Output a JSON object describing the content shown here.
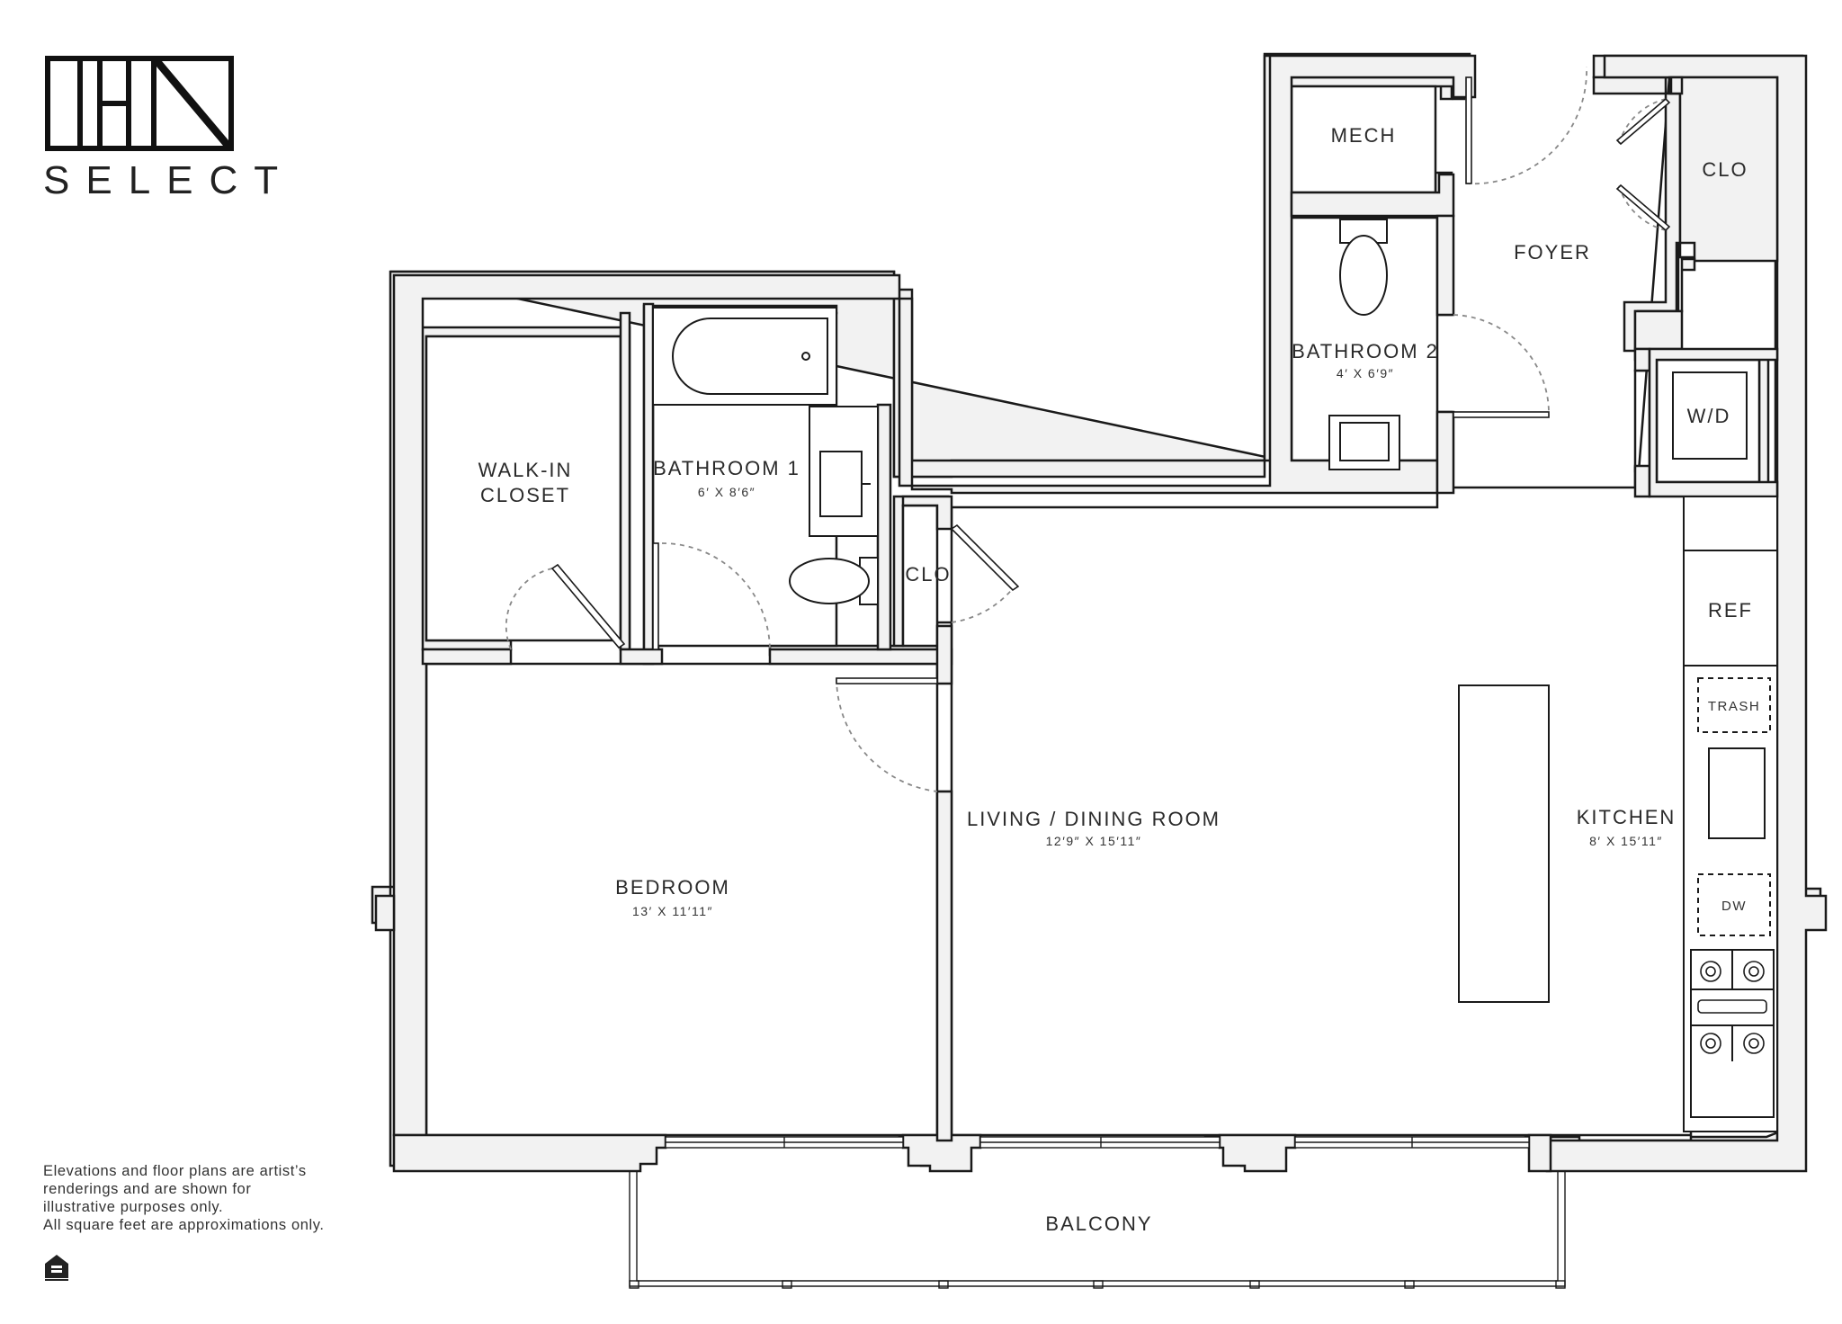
{
  "brand": {
    "logo_text": "TEN",
    "subtitle": "SELECT"
  },
  "rooms": {
    "mech": {
      "name": "MECH"
    },
    "clo_foyer": {
      "name": "CLO"
    },
    "foyer": {
      "name": "FOYER"
    },
    "bathroom2": {
      "name": "BATHROOM 2",
      "dims": "4′ X 6′9″"
    },
    "wd": {
      "name": "W/D"
    },
    "walkin": {
      "name_line1": "WALK-IN",
      "name_line2": "CLOSET"
    },
    "bathroom1": {
      "name": "BATHROOM 1",
      "dims": "6′ X 8′6″"
    },
    "clo_hall": {
      "name": "CLO"
    },
    "ref": {
      "name": "REF"
    },
    "trash": {
      "name": "TRASH"
    },
    "living": {
      "name": "LIVING / DINING ROOM",
      "dims": "12′9″ X 15′11″"
    },
    "kitchen": {
      "name": "KITCHEN",
      "dims": "8′ X 15′11″"
    },
    "dw": {
      "name": "DW"
    },
    "bedroom": {
      "name": "BEDROOM",
      "dims": "13′ X 11′11″"
    },
    "balcony": {
      "name": "BALCONY"
    }
  },
  "disclaimer": {
    "line1": "Elevations and floor plans are artist’s",
    "line2": "renderings and are shown for",
    "line3": "illustrative purposes only.",
    "line4": "All square feet are approximations only."
  },
  "icons": {
    "equal_housing": "equal-housing-opportunity-icon"
  },
  "colors": {
    "wall_fill": "#f2f2f2",
    "wall_stroke": "#1a1a1a",
    "door_swing": "#888888",
    "text": "#2a2a2a"
  }
}
